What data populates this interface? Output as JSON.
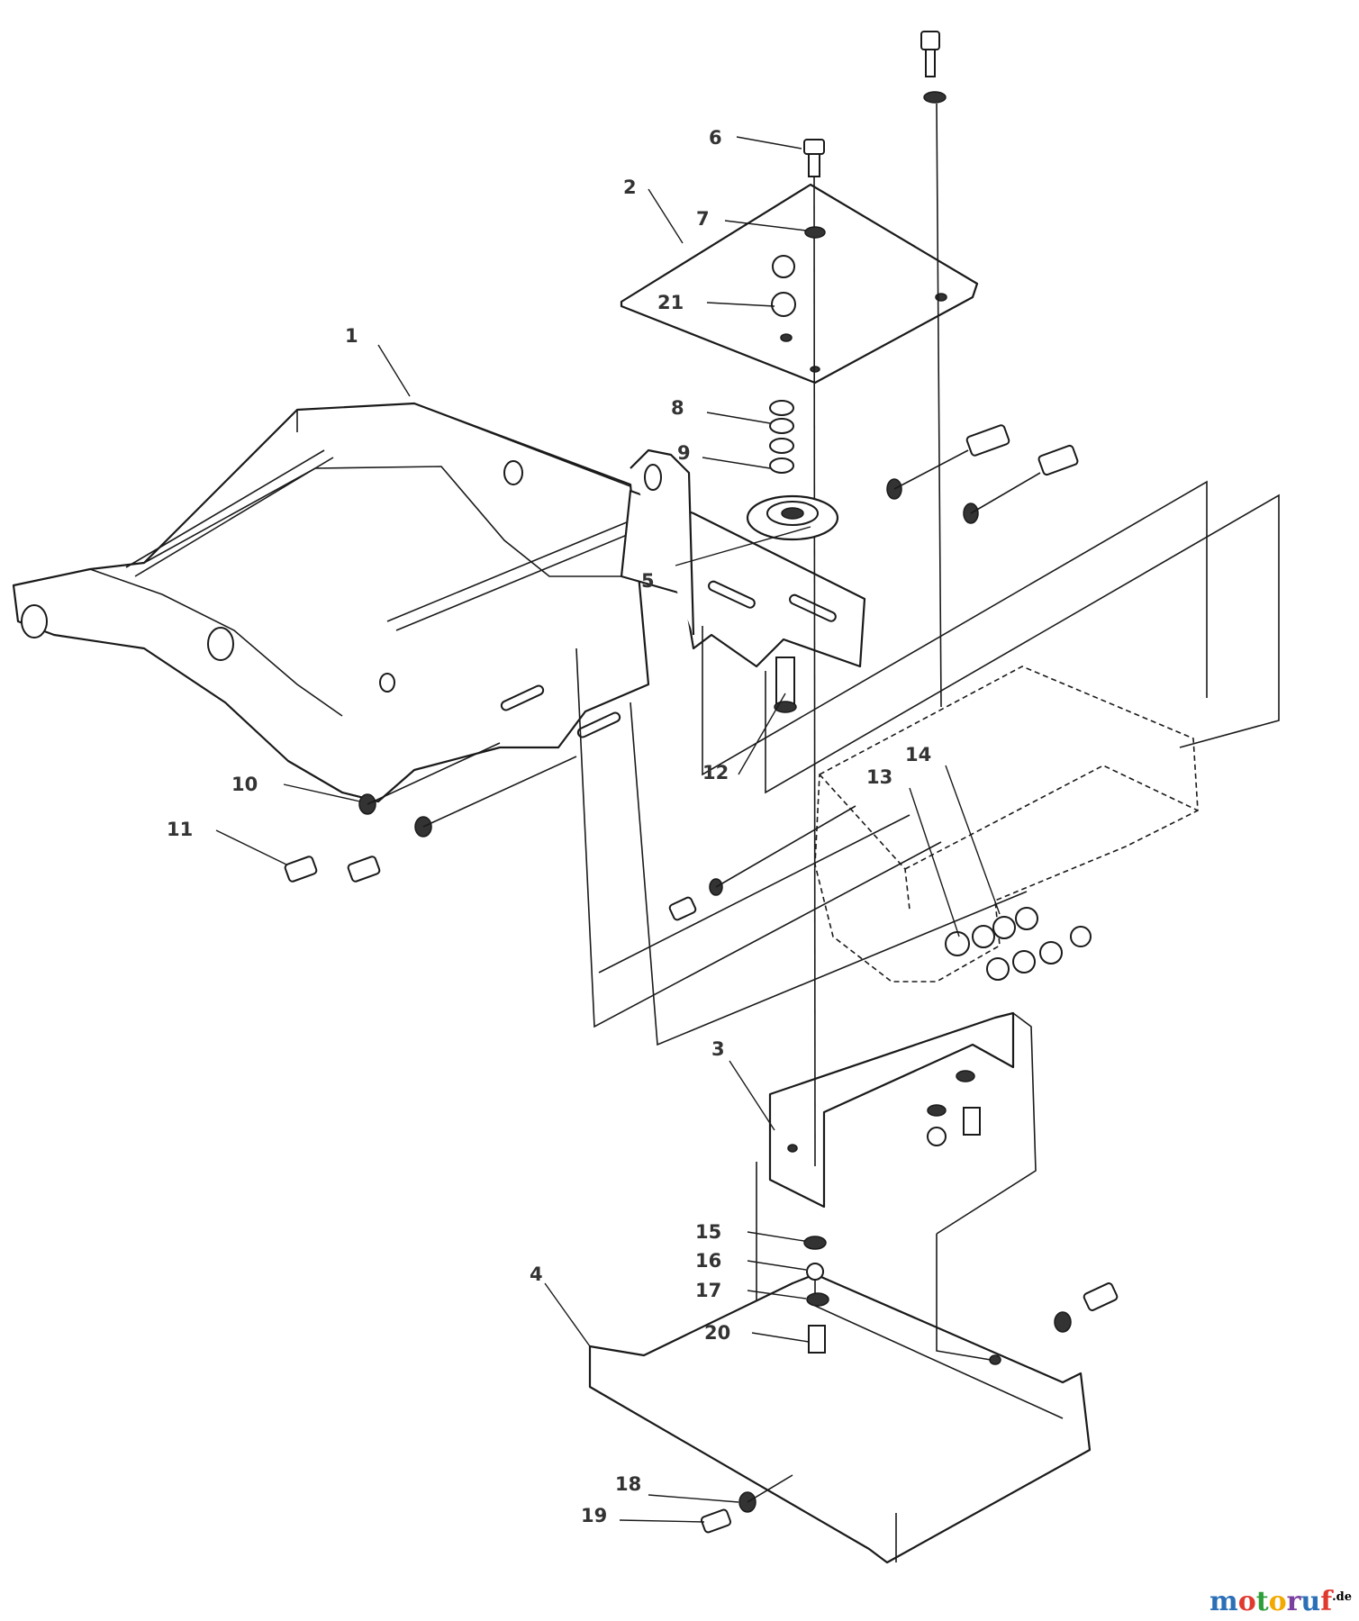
{
  "callouts": [
    {
      "id": "1",
      "label": "1"
    },
    {
      "id": "2",
      "label": "2"
    },
    {
      "id": "3",
      "label": "3"
    },
    {
      "id": "4",
      "label": "4"
    },
    {
      "id": "5",
      "label": "5"
    },
    {
      "id": "6",
      "label": "6"
    },
    {
      "id": "7",
      "label": "7"
    },
    {
      "id": "8",
      "label": "8"
    },
    {
      "id": "9",
      "label": "9"
    },
    {
      "id": "10",
      "label": "10"
    },
    {
      "id": "11",
      "label": "11"
    },
    {
      "id": "12",
      "label": "12"
    },
    {
      "id": "13",
      "label": "13"
    },
    {
      "id": "14",
      "label": "14"
    },
    {
      "id": "15",
      "label": "15"
    },
    {
      "id": "16",
      "label": "16"
    },
    {
      "id": "17",
      "label": "17"
    },
    {
      "id": "18",
      "label": "18"
    },
    {
      "id": "19",
      "label": "19"
    },
    {
      "id": "20",
      "label": "20"
    },
    {
      "id": "21",
      "label": "21"
    }
  ],
  "watermark": {
    "text": "motoruf",
    "suffix": ".de",
    "colors": [
      "#2b6fb6",
      "#e03a2f",
      "#2f9e3a",
      "#f2a900",
      "#7b3fa0"
    ]
  }
}
